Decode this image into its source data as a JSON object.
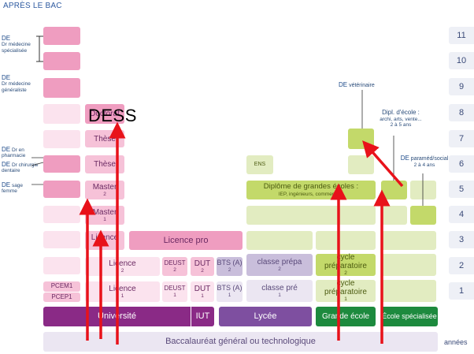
{
  "header": {
    "title": "APRÈS LE BAC"
  },
  "overlay_label": "DESS",
  "axis": {
    "years_label": "années",
    "years": [
      "11",
      "10",
      "9",
      "8",
      "7",
      "6",
      "5",
      "4",
      "3",
      "2",
      "1"
    ]
  },
  "side_labels": {
    "de_med_spec": {
      "de": "DE",
      "text": "Dr médecine spécialisée"
    },
    "de_med_gen": {
      "de": "DE",
      "text": "Dr médecine généraliste"
    },
    "de_pharma": {
      "de": "DE",
      "text": "Dr en pharmacie"
    },
    "de_chir": {
      "de": "DE",
      "text": "Dr chirurgie dentaire"
    },
    "de_sage": {
      "de": "DE",
      "text": "sage femme"
    }
  },
  "university": {
    "pcem1": "PCEM1",
    "pcep1": "PCEP1",
    "licence_y1": {
      "title": "Licence",
      "num": "1"
    },
    "licence_y2": {
      "title": "Licence",
      "num": "2"
    },
    "licence_y3": {
      "title": "Licence",
      "num": "3"
    },
    "master_y4": {
      "title": "Master",
      "num": "1"
    },
    "master_y5": {
      "title": "Master",
      "num": "2"
    },
    "these_y6": "Thèse",
    "these_y7": "Thèse",
    "doctorat_y8": "Doctorat"
  },
  "iut": {
    "deust1": {
      "title": "DEUST",
      "num": "1"
    },
    "deust2": {
      "title": "DEUST",
      "num": "2"
    },
    "dut1": {
      "title": "DUT",
      "num": "1"
    },
    "dut2": {
      "title": "DUT",
      "num": "2"
    },
    "licence_pro": "Licence pro"
  },
  "lycee": {
    "bts1": {
      "title": "BTS (A)",
      "num": "1"
    },
    "bts2": {
      "title": "BTS (A)",
      "num": "2"
    },
    "classe_pre1": {
      "title": "classe pré",
      "num": "1"
    },
    "classe_prepa2": {
      "title": "classe prépa",
      "num": "2"
    }
  },
  "grandes_ecoles": {
    "cycle1": {
      "title": "cycle préparatoire",
      "num": "1"
    },
    "cycle2": {
      "title": "cycle préparatoire",
      "num": "2"
    },
    "ens": "ENS",
    "diplome_title": "Diplôme de grandes écoles :",
    "diplome_sub": "IEP, ingénieurs, commerce..."
  },
  "ecole_spec": {
    "de_veterinaire": {
      "de": "DE",
      "text": "vétérinaire"
    },
    "dipl_ecole": {
      "title": "Dipl. d'école :",
      "sub": "archi, arts, vente...",
      "years": "2 à 5 ans"
    },
    "de_paramed": {
      "de": "DE",
      "text": "paraméd/social",
      "years": "2 à 4 ans"
    }
  },
  "bottom_bar": {
    "universite": "Université",
    "iut": "IUT",
    "lycee": "Lycée",
    "grande_ecole": "Grande école",
    "ecole_specialisee": "École spécialisée"
  },
  "bac": "Baccalauréat général ou technologique",
  "colors": {
    "universite": "#8a2a86",
    "lycee": "#7e4fa0",
    "grande_ecole": "#1d8a3e",
    "arrow": "#e8121a"
  }
}
